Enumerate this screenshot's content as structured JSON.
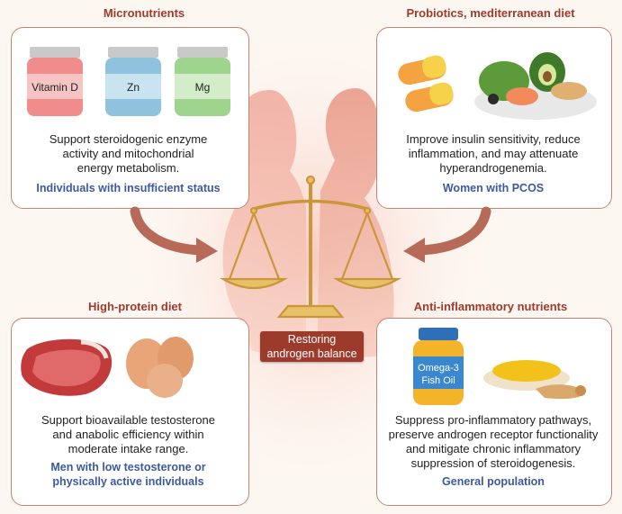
{
  "center": {
    "label_line1": "Restoring",
    "label_line2": "androgen balance"
  },
  "panels": {
    "micronutrients": {
      "title": "Micronutrients",
      "jars": [
        "Vitamin D",
        "Zn",
        "Mg"
      ],
      "desc_lines": [
        "Support steroidogenic enzyme",
        "activity and mitochondrial",
        "energy metabolism."
      ],
      "population": "Individuals with insufficient status"
    },
    "probiotics": {
      "title": "Probiotics, mediterranean diet",
      "desc_lines": [
        "Improve insulin sensitivity, reduce",
        "inflammation, and may attenuate",
        "hyperandrogenemia."
      ],
      "population": "Women with PCOS"
    },
    "protein": {
      "title": "High-protein diet",
      "desc_lines": [
        "Support bioavailable testosterone",
        "and anabolic efficiency within",
        "moderate intake range."
      ],
      "population_lines": [
        "Men with low testosterone or",
        "physically active individuals"
      ]
    },
    "anti_inflammatory": {
      "title": "Anti-inflammatory nutrients",
      "bottle_label_line1": "Omega-3",
      "bottle_label_line2": "Fish Oil",
      "desc_lines": [
        "Suppress pro-inflammatory pathways,",
        "preserve androgen receptor functionality",
        "and mitigate chronic inflammatory",
        "suppression of steroidogenesis."
      ],
      "population": "General population"
    }
  }
}
